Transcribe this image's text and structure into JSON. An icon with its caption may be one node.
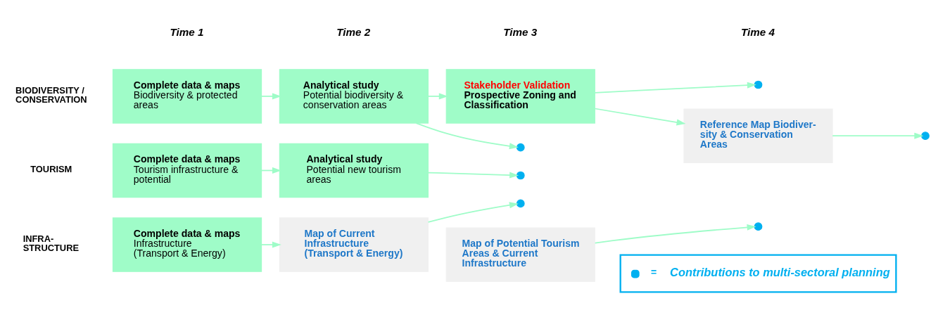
{
  "diagram": {
    "nodes": [
      {
        "text": [
          "Complete data & maps",
          "Biodiversity & protected areas"
        ]
      },
      {
        "text": [
          "Analytical study",
          "Potential biodiversity & conservation areas"
        ]
      },
      {
        "text": [],
        "shape": "circle"
      },
      {
        "text": [
          "Stakeholder Validation",
          "Prospective Zoning and Classification"
        ]
      },
      {
        "text": [],
        "shape": "circle"
      },
      {
        "text": [
          "Reference Map Biodiver- sity & Conservation Areas"
        ]
      },
      {
        "text": [],
        "shape": "circle"
      },
      {
        "text": [
          "Complete data & maps",
          "Tourism infrastructure & potential"
        ]
      },
      {
        "text": [
          "Analytical study",
          "Potential new tourism areas"
        ]
      },
      {
        "text": [],
        "shape": "circle"
      },
      {
        "text": [
          "Map of Potential Tourism Areas & Current Infrastructure"
        ]
      },
      {
        "text": [],
        "shape": "circle"
      },
      {
        "text": [
          "Complete data & maps",
          "Infrastructure (Transport & Energy)"
        ]
      },
      {
        "text": [
          "Map of Current Infrastructure (Transport & Energy)"
        ]
      },
      {
        "text": [],
        "shape": "circle"
      }
    ],
    "edges": [
      {
        "from": 0,
        "to": 1,
        "arrow": "to"
      },
      {
        "from": 1,
        "to": 3,
        "arrow": "to"
      },
      {
        "from": 1,
        "to": 2,
        "arrow": "to"
      },
      {
        "from": 3,
        "to": 5,
        "arrow": "to"
      },
      {
        "from": 3,
        "to": 4,
        "arrow": "to"
      },
      {
        "from": 5,
        "to": 6,
        "arrow": "to"
      },
      {
        "from": 7,
        "to": 8,
        "arrow": "to"
      },
      {
        "from": 8,
        "to": 9,
        "arrow": "to"
      },
      {
        "from": 10,
        "to": 11,
        "arrow": "to"
      },
      {
        "from": 12,
        "to": 13,
        "arrow": "to"
      },
      {
        "from": 13,
        "to": 14,
        "arrow": "to"
      }
    ],
    "labels": [
      "Time 1",
      "Time 2",
      "Time 3",
      "Time 4",
      "BIODIVERSITY / CONSERVATION",
      "TOURISM",
      "INFRA- STRUCTURE",
      "="
    ],
    "legend": [
      {
        "text": "Contributions to multi-sectoral planning"
      }
    ]
  }
}
